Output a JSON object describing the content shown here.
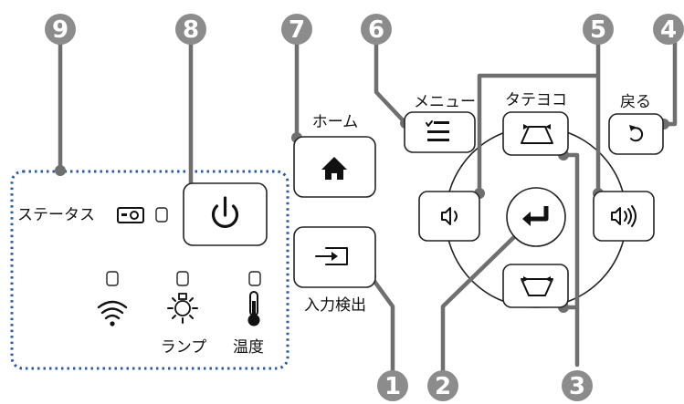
{
  "labels": {
    "status": "ステータス",
    "menu": "メニュー",
    "keystone": "タテヨコ",
    "back": "戻る",
    "home": "ホーム",
    "source_search": "入力検出",
    "lamp": "ランプ",
    "temp": "温度"
  },
  "callouts": [
    "1",
    "2",
    "3",
    "4",
    "5",
    "6",
    "7",
    "8",
    "9"
  ],
  "icons": {
    "menu_button": "menu-icon",
    "keystone_up": "keystone-up-icon",
    "keystone_down": "keystone-down-icon",
    "back_button": "return-icon",
    "home_button": "home-icon",
    "volume_down": "volume-down-icon",
    "volume_up": "volume-up-icon",
    "enter_button": "enter-icon",
    "power_button": "power-icon",
    "source_button": "source-icon",
    "wifi_indicator": "wifi-icon",
    "lamp_indicator": "lamp-icon",
    "temp_indicator": "thermometer-icon",
    "status_indicator": "projector-icon"
  },
  "colors": {
    "leader": "#6f6f6f",
    "badge": "#8c8c8c",
    "panel_border": "#2b5aa8"
  }
}
